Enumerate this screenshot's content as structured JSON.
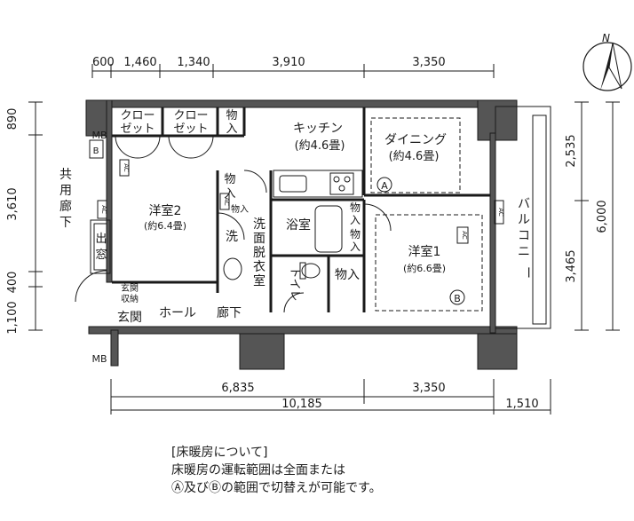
{
  "dimensions": {
    "top": [
      "600",
      "1,460",
      "1,340",
      "3,910",
      "3,350"
    ],
    "left": [
      "890",
      "3,610",
      "400",
      "1,100"
    ],
    "right": [
      "2,535",
      "6,000",
      "3,465"
    ],
    "bottom_row1": [
      "6,835",
      "3,350"
    ],
    "bottom_row2": [
      "10,185",
      "1,510"
    ]
  },
  "compass": {
    "label": "N"
  },
  "rooms": {
    "closet1": [
      "クロー",
      "ゼット"
    ],
    "closet2": [
      "クロー",
      "ゼット"
    ],
    "storage_top": [
      "物",
      "入"
    ],
    "kitchen": {
      "name": "キッチン",
      "size": "(約4.6畳)"
    },
    "dining": {
      "name": "ダイニング",
      "size": "(約4.6畳)"
    },
    "western2": {
      "name": "洋室2",
      "size": "(約6.4畳)"
    },
    "western1": {
      "name": "洋室1",
      "size": "(約6.6畳)"
    },
    "storage_mid": [
      "物",
      "入"
    ],
    "storage_small": "物入",
    "storage_bath1": [
      "物",
      "入"
    ],
    "storage_bath2": [
      "物",
      "入"
    ],
    "storage_wc": "物入",
    "washroom": [
      "洗",
      "面",
      "脱",
      "衣",
      "室"
    ],
    "wash": "洗",
    "bath": "浴室",
    "toilet": "トイレ",
    "balcony": [
      "バ",
      "ル",
      "コ",
      "ニ",
      "ー"
    ],
    "corridor_common": [
      "共",
      "用",
      "廊",
      "下"
    ],
    "bay_window": [
      "出",
      "窓"
    ],
    "entrance_storage": [
      "玄関",
      "収納"
    ],
    "entrance": "玄関",
    "hall": "ホール",
    "hallway": "廊下",
    "mb_top": "MB",
    "mb_bottom": "MB",
    "mb_box": "B",
    "ac": "AC",
    "zone_a": "A",
    "zone_b": "B"
  },
  "notes": {
    "heading": "[床暖房について]",
    "line1": "床暖房の運転範囲は全面または",
    "line2": "Ⓐ及びⒷの範囲で切替えが可能です。"
  }
}
